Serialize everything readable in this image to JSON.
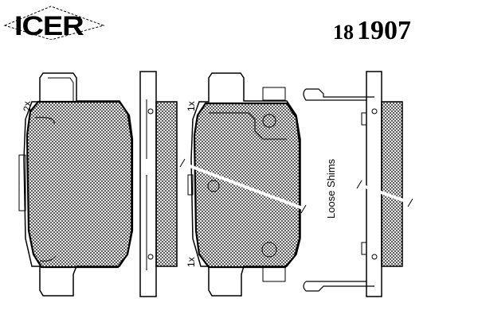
{
  "brand": {
    "logo_text": "ICER"
  },
  "part_number": {
    "prefix": "18",
    "number": "1907"
  },
  "labels": {
    "pad_outer_qty": "2x",
    "pad_inner_top_qty": "1x",
    "pad_inner_bottom_qty": "1x",
    "shims": "Loose Shims"
  },
  "colors": {
    "line": "#000000",
    "background": "#ffffff"
  }
}
